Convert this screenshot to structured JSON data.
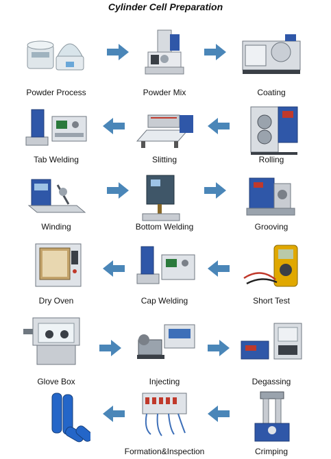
{
  "title": "Cylinder Cell Preparation",
  "steps": [
    {
      "label": "Powder Process",
      "icon": "powder-process-machine-icon"
    },
    {
      "label": "Powder Mix",
      "icon": "powder-mixer-machine-icon"
    },
    {
      "label": "Coating",
      "icon": "coating-machine-icon"
    },
    {
      "label": "Tab Welding",
      "icon": "tab-welder-icon"
    },
    {
      "label": "Slitting",
      "icon": "slitting-machine-icon"
    },
    {
      "label": "Rolling",
      "icon": "rolling-press-icon"
    },
    {
      "label": "Winding",
      "icon": "winding-machine-icon"
    },
    {
      "label": "Bottom Welding",
      "icon": "bottom-welder-icon"
    },
    {
      "label": "Grooving",
      "icon": "grooving-machine-icon"
    },
    {
      "label": "Dry Oven",
      "icon": "dry-oven-icon"
    },
    {
      "label": "Cap Welding",
      "icon": "cap-welder-icon"
    },
    {
      "label": "Short Test",
      "icon": "multimeter-icon"
    },
    {
      "label": "Glove Box",
      "icon": "glove-box-icon"
    },
    {
      "label": "Injecting",
      "icon": "injecting-machine-icon"
    },
    {
      "label": "Degassing",
      "icon": "degassing-machine-icon"
    },
    {
      "label": "",
      "icon": "cylinder-cells-icon"
    },
    {
      "label": "Formation&Inspection",
      "icon": "formation-tester-icon"
    },
    {
      "label": "Crimping",
      "icon": "crimping-machine-icon"
    }
  ],
  "colors": {
    "arrow": "#4a86b8",
    "steel": "#c8ccd2",
    "blue": "#2f57a8",
    "cell": "#2466c8"
  }
}
